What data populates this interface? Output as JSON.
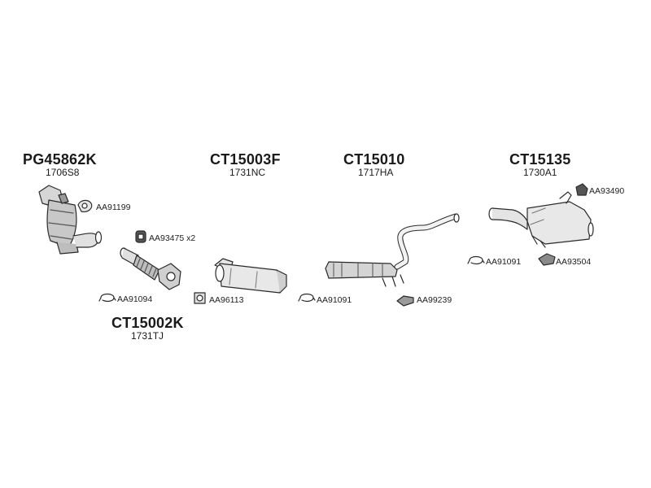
{
  "groups": [
    {
      "ref": "PG45862K",
      "code": "1706S8"
    },
    {
      "ref": "CT15003F",
      "code": "1731NC"
    },
    {
      "ref": "CT15010",
      "code": "1717HA"
    },
    {
      "ref": "CT15135",
      "code": "1730A1"
    },
    {
      "ref": "CT15002K",
      "code": "1731TJ"
    }
  ],
  "accessories": [
    {
      "label": "AA91199"
    },
    {
      "label": "AA93475 x2"
    },
    {
      "label": "AA91094"
    },
    {
      "label": "AA96113"
    },
    {
      "label": "AA91091"
    },
    {
      "label": "AA99239"
    },
    {
      "label": "AA91091"
    },
    {
      "label": "AA93504"
    },
    {
      "label": "AA93490"
    }
  ],
  "colors": {
    "stroke": "#2a2a2a",
    "fill_light": "#e6e6e6",
    "fill_mid": "#bdbdbd",
    "fill_dark": "#555555"
  }
}
